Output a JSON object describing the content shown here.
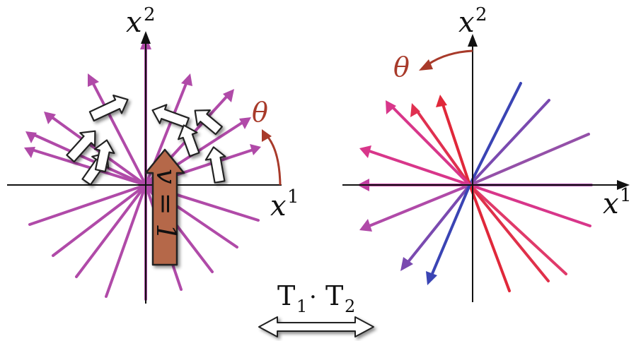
{
  "left_panel": {
    "x_axis_label": "x",
    "x_axis_sup": "1",
    "y_axis_label": "x",
    "y_axis_sup": "2",
    "angle_label": "θ",
    "boost_label": "v = 1",
    "ray_color": "#b04aa8",
    "boost_color": "#b5684a",
    "angle_color": "#a83a2a"
  },
  "right_panel": {
    "x_axis_label": "x",
    "x_axis_sup": "1",
    "y_axis_label": "x",
    "y_axis_sup": "2",
    "angle_label": "θ",
    "colors": {
      "red": "#e0283a",
      "magenta": "#d8368a",
      "purple": "#9450a8",
      "blue": "#3a44b4"
    }
  },
  "transform": {
    "label": "T",
    "sub1": "1",
    "dot": "·",
    "sub2": "2"
  }
}
